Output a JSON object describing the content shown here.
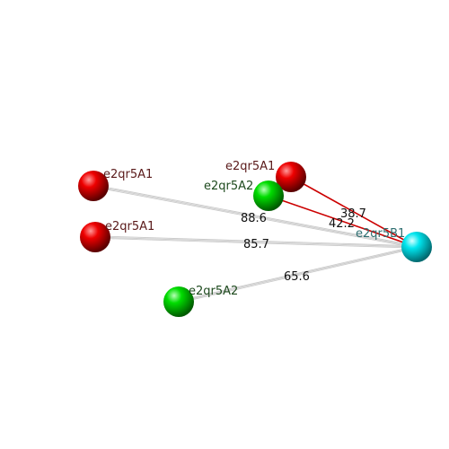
{
  "colors": {
    "red_atom": "#ee0000",
    "green_atom": "#00dd00",
    "cyan_atom": "#00e5ee",
    "red_label": "#5a1a1a",
    "green_label": "#1e4a1e",
    "cyan_label": "#2e6e70",
    "gray_bond": "#bbbbbb",
    "red_bond": "#cc0000"
  },
  "nodes": [
    {
      "id": "a1",
      "label": "e2qr5A1",
      "color": "red"
    },
    {
      "id": "a2",
      "label": "e2qr5A1",
      "color": "red"
    },
    {
      "id": "a3",
      "label": "e2qr5A1",
      "color": "red"
    },
    {
      "id": "b1",
      "label": "e2qr5A2",
      "color": "green"
    },
    {
      "id": "b2",
      "label": "e2qr5A2",
      "color": "green"
    },
    {
      "id": "c1",
      "label": "e2qr5B1",
      "color": "cyan"
    }
  ],
  "edges": [
    {
      "id": "e1",
      "label": "38.7",
      "color": "red"
    },
    {
      "id": "e2",
      "label": "42.2",
      "color": "red"
    },
    {
      "id": "e3",
      "label": "88.6",
      "color": "gray"
    },
    {
      "id": "e4",
      "label": "85.7",
      "color": "gray"
    },
    {
      "id": "e5",
      "label": "65.6",
      "color": "gray"
    }
  ]
}
